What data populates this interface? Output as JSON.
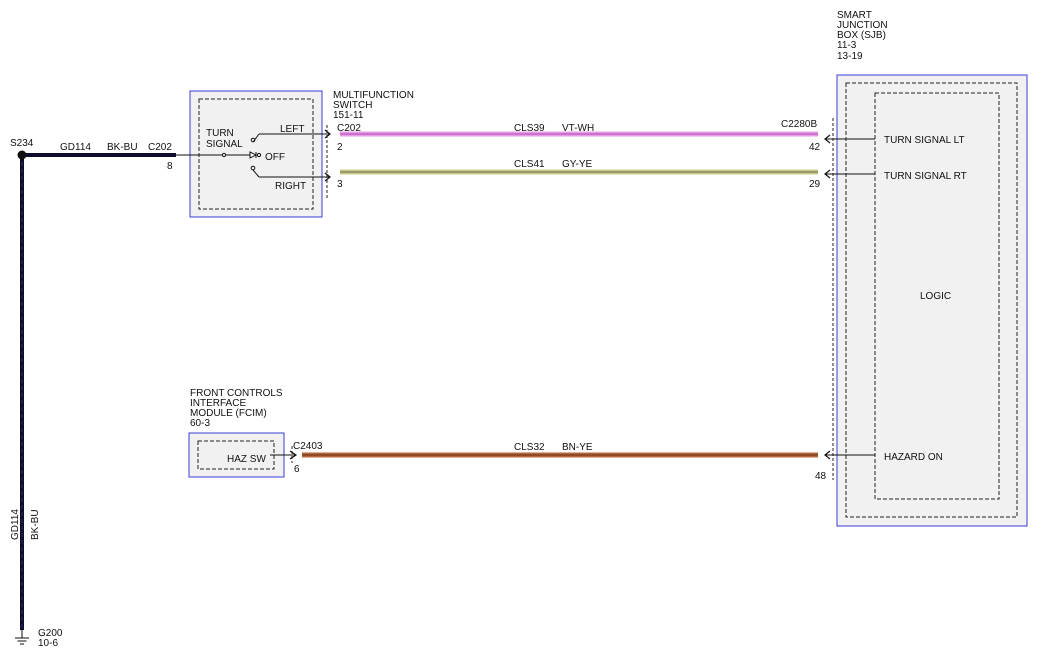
{
  "splice": {
    "id": "S234"
  },
  "ground_wire": {
    "circuit": "GD114",
    "color": "BK-BU",
    "connector": "C202",
    "pin": "8",
    "vertical_circuit": "GD114",
    "vertical_color": "BK-BU",
    "wire_color_hex": "#0d0d2b"
  },
  "ground": {
    "id": "G200",
    "ref": "10-6"
  },
  "multifunction_switch": {
    "title_lines": [
      "MULTIFUNCTION",
      "SWITCH",
      "151-11"
    ],
    "connector": "C202",
    "internal_label_lines": [
      "TURN",
      "SIGNAL"
    ],
    "positions": {
      "left": "LEFT",
      "off": "OFF",
      "right": "RIGHT"
    }
  },
  "sjb": {
    "title_lines": [
      "SMART",
      "JUNCTION",
      "BOX (SJB)",
      "11-3",
      "13-19"
    ],
    "connector": "C2280B",
    "logic_label": "LOGIC",
    "inputs": {
      "turn_lt": "TURN SIGNAL LT",
      "turn_rt": "TURN SIGNAL RT",
      "hazard": "HAZARD ON"
    }
  },
  "fcim": {
    "title_lines": [
      "FRONT CONTROLS",
      "INTERFACE",
      "MODULE (FCIM)",
      "60-3"
    ],
    "switch_label": "HAZ SW",
    "connector": "C2403",
    "pin": "6"
  },
  "wires": [
    {
      "circuit": "CLS39",
      "color": "VT-WH",
      "left_pin": "2",
      "right_pin": "42",
      "hex_main": "#e79be7",
      "hex_stripe": "#b04ab0"
    },
    {
      "circuit": "CLS41",
      "color": "GY-YE",
      "left_pin": "3",
      "right_pin": "29",
      "hex_main": "#c7c98a",
      "hex_stripe": "#6b6b45"
    },
    {
      "circuit": "CLS32",
      "color": "BN-YE",
      "left_pin": "6",
      "right_pin": "48",
      "hex_main": "#b5673a",
      "hex_stripe": "#6d2d12"
    }
  ],
  "colors": {
    "module_border": "#3a3adb",
    "module_fill": "#f1f1f1"
  }
}
